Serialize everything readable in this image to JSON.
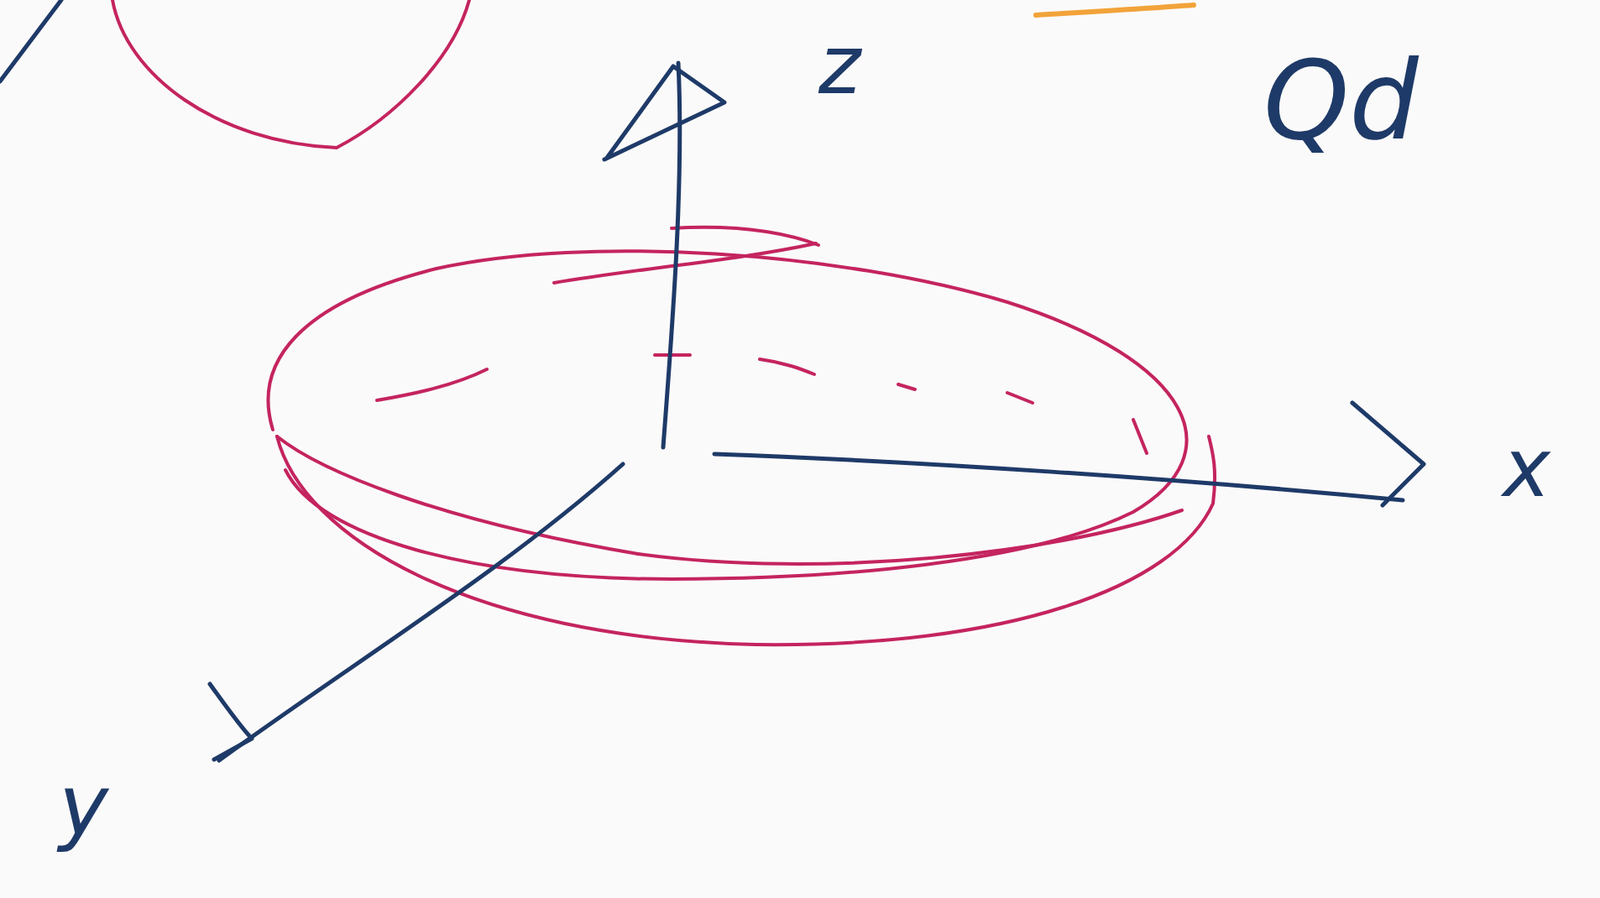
{
  "diagram": {
    "labels": [
      "z",
      "x",
      "y",
      "Qd"
    ]
  }
}
